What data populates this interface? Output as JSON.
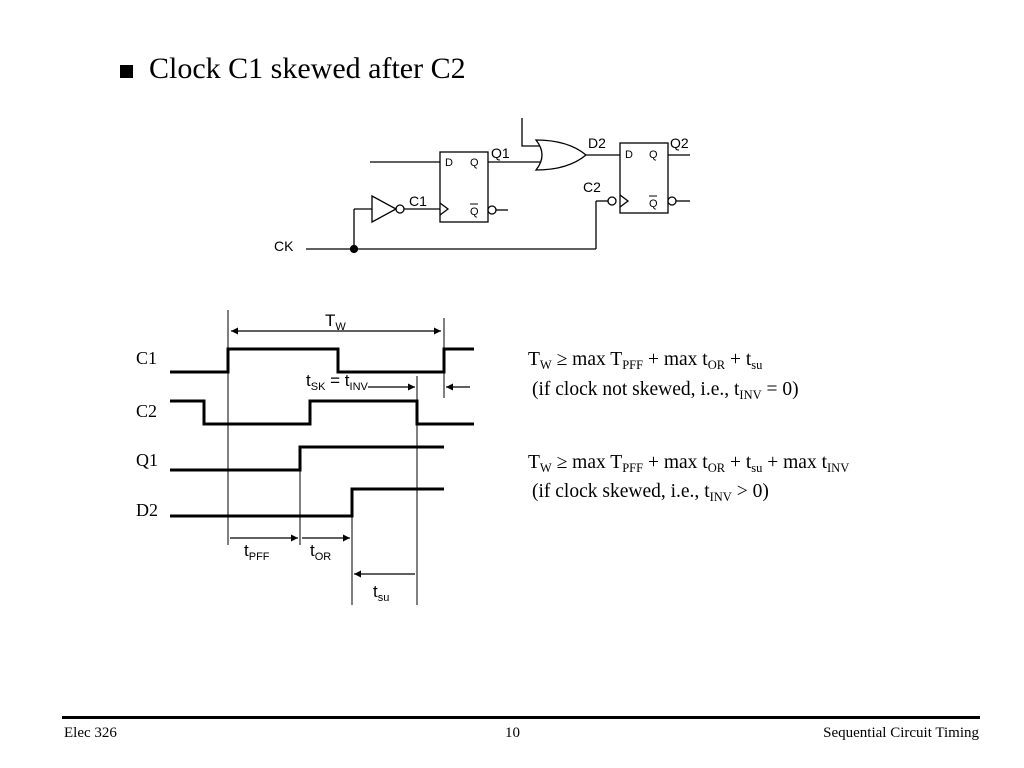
{
  "slide": {
    "title": "Clock C1 skewed after C2",
    "footer": {
      "course": "Elec 326",
      "page": "10",
      "topic": "Sequential Circuit Timing"
    }
  },
  "circuit": {
    "ck": "CK",
    "c1": "C1",
    "c2": "C2",
    "q1": "Q1",
    "q2": "Q2",
    "d2": "D2",
    "ff_d": "D",
    "ff_q": "Q",
    "ff_qbar": "Q"
  },
  "timing": {
    "signals": [
      "C1",
      "C2",
      "Q1",
      "D2"
    ],
    "tw": {
      "main": "T",
      "sub": "W"
    },
    "tsk": {
      "a": "t",
      "a_sub": "SK",
      "eq": " = ",
      "b": "t",
      "b_sub": "INV"
    },
    "tpff": {
      "main": "t",
      "sub": "PFF"
    },
    "tor": {
      "main": "t",
      "sub": "OR"
    },
    "tsu": {
      "main": "t",
      "sub": "su"
    }
  },
  "equations": {
    "eq1": {
      "T": "T",
      "W": "W",
      "ge_max": " ≥ max ",
      "T2": "T",
      "PFF": "PFF",
      "plus_max": " + max ",
      "t1": "t",
      "OR": "OR",
      "plus": " + ",
      "t2": "t",
      "su": "su"
    },
    "note1": {
      "pre": "(if clock not skewed, i.e., ",
      "t": "t",
      "INV": "INV",
      "post": " = 0)"
    },
    "eq2": {
      "T": "T",
      "W": "W",
      "ge_max": " ≥ max ",
      "T2": "T",
      "PFF": "PFF",
      "plus_max": " + max ",
      "t1": "t",
      "OR": "OR",
      "plus": " + ",
      "t2": "t",
      "su": "su",
      "plus_max2": " + max ",
      "t3": "t",
      "INV": "INV"
    },
    "note2": {
      "pre": "(if clock skewed, i.e., ",
      "t": "t",
      "INV": "INV",
      "post": " > 0)"
    }
  }
}
